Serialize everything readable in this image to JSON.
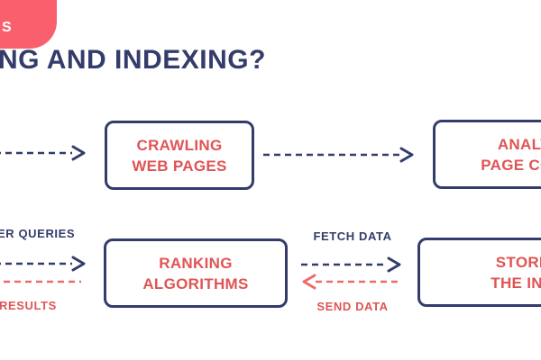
{
  "colors": {
    "navy": "#333c6b",
    "coral_text": "#e05454",
    "coral_dash": "#ee6a6a",
    "pink_badge": "#fa5f6e",
    "background": "#ffffff"
  },
  "corner_badge": {
    "visible_text": "S"
  },
  "title": {
    "visible_text": "NG AND INDEXING?"
  },
  "row1": {
    "crawl_box": {
      "line1": "CRAWLING",
      "line2": "WEB PAGES"
    },
    "analyze_box": {
      "line1": "ANALYZING",
      "line2": "PAGE CONTENT"
    }
  },
  "row2": {
    "queries_label": "ER QUERIES",
    "results_label": "RESULTS",
    "ranking_box": {
      "line1": "RANKING",
      "line2": "ALGORITHMS"
    },
    "fetch_label": "FETCH DATA",
    "send_label": "SEND DATA",
    "store_box": {
      "line1": "STORE IN",
      "line2": "THE INDEX"
    }
  }
}
